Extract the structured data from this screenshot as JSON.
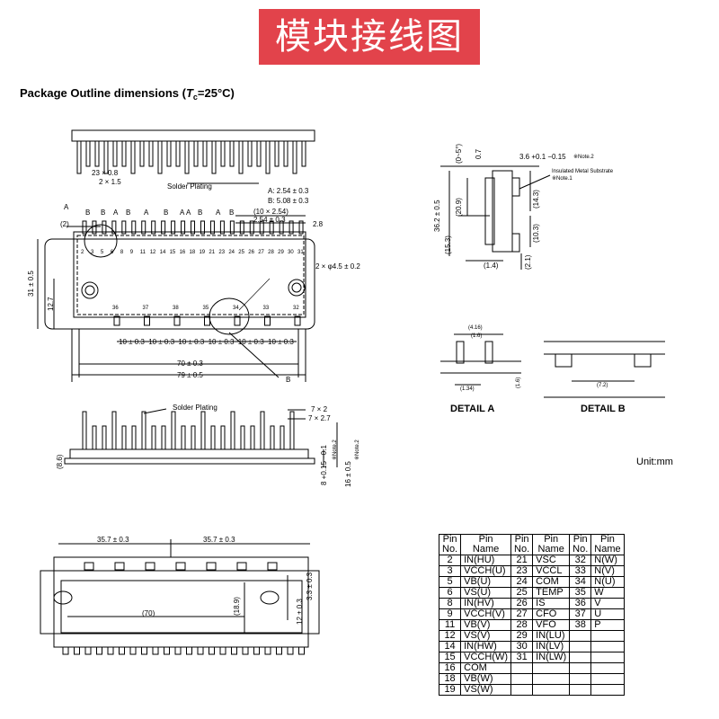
{
  "banner": {
    "text": "模块接线图",
    "bg": "#e2434b"
  },
  "package_title": {
    "prefix": "Package Outline dimensions (",
    "tc": "T",
    "tc_sub": "c",
    "suffix": "=25°C)"
  },
  "unit_label": "Unit:mm",
  "details": {
    "a": "DETAIL A",
    "b": "DETAIL B"
  },
  "top_view": {
    "pitch_a": "23 × 0.8",
    "pitch_b": "2 × 1.5",
    "solder_plating": "Solder Plating",
    "legend_a": "A: 2.54 ± 0.3",
    "legend_b": "B: 5.08 ± 0.3",
    "pin_pitch_count": "(10 × 2.54)",
    "pin_pitch": "2.54 ± 0.3",
    "offset_2": "(2)",
    "offset_28": "2.8",
    "hole": "2 × φ4.5 ± 0.2",
    "height_31": "31 ± 0.5",
    "height_127": "12.7",
    "spacing": "10 ± 0.3",
    "width_70": "70 ± 0.3",
    "width_79": "79 ± 0.5",
    "callout_a": "A",
    "callout_b": "B",
    "b_marks": [
      "B",
      "B",
      "A",
      "B",
      "A",
      "B",
      "A",
      "A",
      "B",
      "A",
      "B"
    ],
    "top_pins": [
      "2",
      "3",
      "5",
      "6",
      "8",
      "9",
      "11",
      "12",
      "14",
      "15",
      "16",
      "18",
      "19",
      "21",
      "23",
      "24",
      "25",
      "26",
      "27",
      "28",
      "29",
      "30",
      "31"
    ],
    "bottom_pins": [
      "36",
      "37",
      "38",
      "35",
      "34",
      "33",
      "32"
    ]
  },
  "side_view": {
    "solder_plating": "Solder Plating",
    "dim_7x2": "7 × 2",
    "dim_7x27": "7 × 2.7",
    "dim_86": "(8.6)",
    "dim_80": "8 +0.15 −0.1",
    "dim_16": "16 ± 0.5",
    "note2a": "※Note.2",
    "note2b": "※Note.2"
  },
  "right_view": {
    "angle": "(0~5°)",
    "dim_07": "0.7",
    "dim_36": "3.6 +0.1 −0.15",
    "note2": "※Note.2",
    "substrate": "Insulated Metal Substrate",
    "note1": "※Note.1",
    "dim_209": "(20.9)",
    "dim_362": "36.2 ± 0.5",
    "dim_153": "(15.3)",
    "dim_143": "(14.3)",
    "dim_103": "(10.3)",
    "dim_14": "(1.4)",
    "dim_21": "(2.1)"
  },
  "detail_a": {
    "d1": "(4.16)",
    "d2": "(1.6)",
    "d3": "(1.34)",
    "d4": "(1.6)"
  },
  "detail_b": {
    "d1": "(7.2)"
  },
  "bottom_view": {
    "left": "35.7 ± 0.3",
    "right": "35.7 ± 0.3",
    "center": "(70)",
    "d189": "(18.9)",
    "d12": "12 ± 0.3",
    "d33": "3.3 ± 0.3"
  },
  "pin_table": {
    "headers": [
      [
        "Pin",
        "No."
      ],
      [
        "Pin",
        "Name"
      ],
      [
        "Pin",
        "No."
      ],
      [
        "Pin",
        "Name"
      ],
      [
        "Pin",
        "No."
      ],
      [
        "Pin",
        "Name"
      ]
    ],
    "rows": [
      [
        "2",
        "IN(HU)",
        "21",
        "VSC",
        "32",
        "N(W)"
      ],
      [
        "3",
        "VCCH(U)",
        "23",
        "VCCL",
        "33",
        "N(V)"
      ],
      [
        "5",
        "VB(U)",
        "24",
        "COM",
        "34",
        "N(U)"
      ],
      [
        "6",
        "VS(U)",
        "25",
        "TEMP",
        "35",
        "W"
      ],
      [
        "8",
        "IN(HV)",
        "26",
        "IS",
        "36",
        "V"
      ],
      [
        "9",
        "VCCH(V)",
        "27",
        "CFO",
        "37",
        "U"
      ],
      [
        "11",
        "VB(V)",
        "28",
        "VFO",
        "38",
        "P"
      ],
      [
        "12",
        "VS(V)",
        "29",
        "IN(LU)",
        "",
        ""
      ],
      [
        "14",
        "IN(HW)",
        "30",
        "IN(LV)",
        "",
        ""
      ],
      [
        "15",
        "VCCH(W)",
        "31",
        "IN(LW)",
        "",
        ""
      ],
      [
        "16",
        "COM",
        "",
        "",
        "",
        ""
      ],
      [
        "18",
        "VB(W)",
        "",
        "",
        "",
        ""
      ],
      [
        "19",
        "VS(W)",
        "",
        "",
        "",
        ""
      ]
    ]
  }
}
